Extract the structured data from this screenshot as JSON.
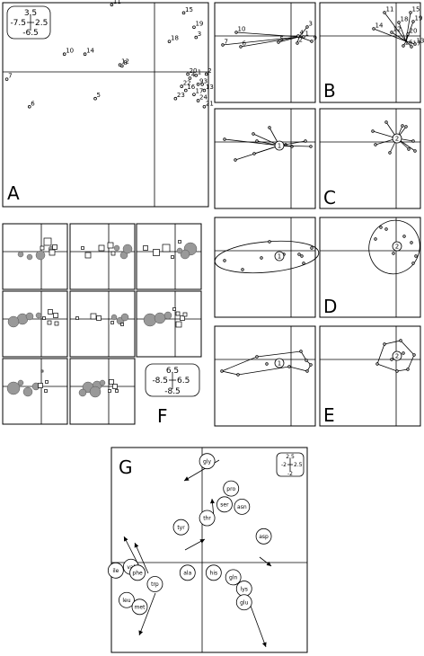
{
  "panel_letters": {
    "A": "A",
    "B": "B",
    "C": "C",
    "D": "D",
    "E": "E",
    "F": "F",
    "G": "G"
  },
  "scale_boxes": {
    "A": {
      "top": "3.5",
      "left": "-7.5",
      "right": "2.5",
      "bottom": "-6.5"
    },
    "F": {
      "top": "6.5",
      "left": "-8.5",
      "right": "6.5",
      "bottom": "-8.5"
    },
    "G": {
      "top": "2.5",
      "left": "-2",
      "right": "2.5",
      "bottom": "-2"
    }
  },
  "chart_data": [
    {
      "type": "scatter",
      "panel": "A",
      "xlim": [
        -7.5,
        2.5
      ],
      "ylim": [
        -6.5,
        3.5
      ],
      "points": [
        {
          "label": "1",
          "x": 1.9,
          "y": -0.06
        },
        {
          "label": "2",
          "x": 2.4,
          "y": 0.0
        },
        {
          "label": "3",
          "x": 2.2,
          "y": -0.5
        },
        {
          "label": "4",
          "x": 1.6,
          "y": -0.2
        },
        {
          "label": "5",
          "x": -3.0,
          "y": -1.2
        },
        {
          "label": "6",
          "x": -6.2,
          "y": -1.6
        },
        {
          "label": "7",
          "x": -7.3,
          "y": -0.25
        },
        {
          "label": "8",
          "x": -1.7,
          "y": 0.4
        },
        {
          "label": "9",
          "x": 2.0,
          "y": -0.5
        },
        {
          "label": "10",
          "x": -4.5,
          "y": 0.98
        },
        {
          "label": "11",
          "x": -2.2,
          "y": 3.4
        },
        {
          "label": "12",
          "x": -1.8,
          "y": 0.45
        },
        {
          "label": "13",
          "x": 2.3,
          "y": -0.8
        },
        {
          "label": "14",
          "x": -3.5,
          "y": 0.98
        },
        {
          "label": "15",
          "x": 1.3,
          "y": 3.0
        },
        {
          "label": "16",
          "x": 1.4,
          "y": -0.8
        },
        {
          "label": "17",
          "x": 1.8,
          "y": -1.0
        },
        {
          "label": "18",
          "x": 0.6,
          "y": 1.6
        },
        {
          "label": "19",
          "x": 1.8,
          "y": 2.3
        },
        {
          "label": "20",
          "x": 1.5,
          "y": 0.0
        },
        {
          "label": "21",
          "x": 2.3,
          "y": -1.6
        },
        {
          "label": "22",
          "x": 1.2,
          "y": -0.6
        },
        {
          "label": "23",
          "x": 0.9,
          "y": -1.2
        },
        {
          "label": "24",
          "x": 2.0,
          "y": -1.3
        },
        {
          "label": "3",
          "x": 1.9,
          "y": 1.8
        }
      ]
    },
    {
      "type": "scatter",
      "panel": "B",
      "groups": [
        {
          "labels": [
            "10",
            "7",
            "6",
            "5",
            "4",
            "2",
            "3",
            "9",
            "1"
          ]
        },
        {
          "labels": [
            "11",
            "15",
            "19",
            "14",
            "18",
            "12",
            "20",
            "16",
            "17",
            "13"
          ]
        }
      ]
    },
    {
      "type": "scatter",
      "panel": "C",
      "groups": [
        {
          "label": "1"
        },
        {
          "label": "2"
        }
      ]
    },
    {
      "type": "scatter",
      "panel": "D",
      "groups": [
        {
          "label": "1"
        },
        {
          "label": "2"
        }
      ]
    },
    {
      "type": "scatter",
      "panel": "E",
      "groups": [
        {
          "label": "1"
        },
        {
          "label": "2"
        }
      ]
    },
    {
      "type": "scatter",
      "panel": "F",
      "xlim": [
        -8.5,
        6.5
      ],
      "ylim": [
        -8.5,
        6.5
      ]
    },
    {
      "type": "scatter",
      "panel": "G",
      "xlim": [
        -2,
        2.5
      ],
      "ylim": [
        -2,
        2.5
      ],
      "points": [
        {
          "label": "gly",
          "x": 0.2,
          "y": 2.2
        },
        {
          "label": "pro",
          "x": 0.75,
          "y": 1.6
        },
        {
          "label": "ser",
          "x": 0.6,
          "y": 1.25
        },
        {
          "label": "asn",
          "x": 1.0,
          "y": 1.2
        },
        {
          "label": "thr",
          "x": 0.2,
          "y": 0.95
        },
        {
          "label": "tyr",
          "x": -0.4,
          "y": 0.75
        },
        {
          "label": "asp",
          "x": 1.5,
          "y": 0.55
        },
        {
          "label": "val",
          "x": -1.55,
          "y": -0.12
        },
        {
          "label": "ile",
          "x": -1.9,
          "y": -0.2
        },
        {
          "label": "phe",
          "x": -1.4,
          "y": -0.25
        },
        {
          "label": "trp",
          "x": -1.0,
          "y": -0.5
        },
        {
          "label": "ala",
          "x": -0.25,
          "y": -0.25
        },
        {
          "label": "his",
          "x": 0.35,
          "y": -0.25
        },
        {
          "label": "gln",
          "x": 0.8,
          "y": -0.35
        },
        {
          "label": "lys",
          "x": 1.05,
          "y": -0.6
        },
        {
          "label": "glu",
          "x": 1.05,
          "y": -0.9
        },
        {
          "label": "leu",
          "x": -1.65,
          "y": -0.85
        },
        {
          "label": "met",
          "x": -1.35,
          "y": -1.0
        }
      ]
    }
  ]
}
